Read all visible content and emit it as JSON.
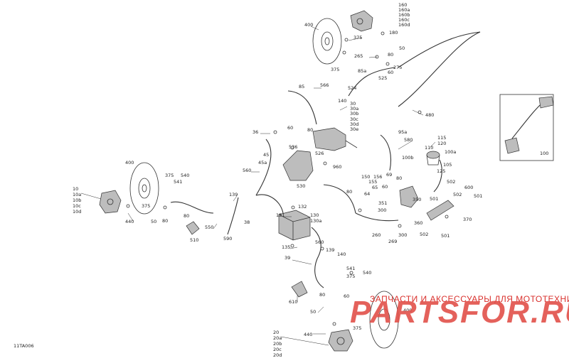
{
  "diagram": {
    "ref_code": "11TA006",
    "callouts": [
      {
        "text": "160"
      },
      {
        "text": "160a"
      },
      {
        "text": "160b"
      },
      {
        "text": "160c"
      },
      {
        "text": "160d"
      },
      {
        "text": "400"
      },
      {
        "text": "375"
      },
      {
        "text": "180"
      },
      {
        "text": "50"
      },
      {
        "text": "265"
      },
      {
        "text": "80"
      },
      {
        "text": "275"
      },
      {
        "text": "375"
      },
      {
        "text": "85a"
      },
      {
        "text": "60"
      },
      {
        "text": "525"
      },
      {
        "text": "524"
      },
      {
        "text": "85"
      },
      {
        "text": "566"
      },
      {
        "text": "140"
      },
      {
        "text": "30"
      },
      {
        "text": "30a"
      },
      {
        "text": "30b"
      },
      {
        "text": "30c"
      },
      {
        "text": "30d"
      },
      {
        "text": "30e"
      },
      {
        "text": "480"
      },
      {
        "text": "36"
      },
      {
        "text": "60"
      },
      {
        "text": "80"
      },
      {
        "text": "95a"
      },
      {
        "text": "115"
      },
      {
        "text": "120"
      },
      {
        "text": "110"
      },
      {
        "text": "580"
      },
      {
        "text": "100a"
      },
      {
        "text": "45"
      },
      {
        "text": "536"
      },
      {
        "text": "526"
      },
      {
        "text": "100b"
      },
      {
        "text": "105"
      },
      {
        "text": "45a"
      },
      {
        "text": "560"
      },
      {
        "text": "960"
      },
      {
        "text": "125"
      },
      {
        "text": "100"
      },
      {
        "text": "400"
      },
      {
        "text": "375"
      },
      {
        "text": "540"
      },
      {
        "text": "541"
      },
      {
        "text": "530"
      },
      {
        "text": "150"
      },
      {
        "text": "156"
      },
      {
        "text": "69"
      },
      {
        "text": "80"
      },
      {
        "text": "155"
      },
      {
        "text": "65"
      },
      {
        "text": "10"
      },
      {
        "text": "10a"
      },
      {
        "text": "10b"
      },
      {
        "text": "10c"
      },
      {
        "text": "10d"
      },
      {
        "text": "139"
      },
      {
        "text": "60"
      },
      {
        "text": "64"
      },
      {
        "text": "80"
      },
      {
        "text": "502"
      },
      {
        "text": "600"
      },
      {
        "text": "501"
      },
      {
        "text": "375"
      },
      {
        "text": "132"
      },
      {
        "text": "351"
      },
      {
        "text": "350"
      },
      {
        "text": "502"
      },
      {
        "text": "501"
      },
      {
        "text": "80"
      },
      {
        "text": "131"
      },
      {
        "text": "130"
      },
      {
        "text": "130a"
      },
      {
        "text": "300"
      },
      {
        "text": "440"
      },
      {
        "text": "50"
      },
      {
        "text": "80"
      },
      {
        "text": "550"
      },
      {
        "text": "38"
      },
      {
        "text": "360"
      },
      {
        "text": "370"
      },
      {
        "text": "510"
      },
      {
        "text": "590"
      },
      {
        "text": "260"
      },
      {
        "text": "300"
      },
      {
        "text": "269"
      },
      {
        "text": "502"
      },
      {
        "text": "501"
      },
      {
        "text": "135"
      },
      {
        "text": "560"
      },
      {
        "text": "139"
      },
      {
        "text": "140"
      },
      {
        "text": "39"
      },
      {
        "text": "541"
      },
      {
        "text": "540"
      },
      {
        "text": "375"
      },
      {
        "text": "610"
      },
      {
        "text": "80"
      },
      {
        "text": "60"
      },
      {
        "text": "50"
      },
      {
        "text": "400"
      },
      {
        "text": "375"
      },
      {
        "text": "440"
      },
      {
        "text": "20"
      },
      {
        "text": "20a"
      },
      {
        "text": "20b"
      },
      {
        "text": "20c"
      },
      {
        "text": "20d"
      }
    ]
  },
  "watermark": {
    "top_line": "ЗАПЧАСТИ И АКСЕССУАРЫ ДЛЯ МОТОТЕХНИКИ",
    "brand": "PARTSFOR.RU"
  }
}
